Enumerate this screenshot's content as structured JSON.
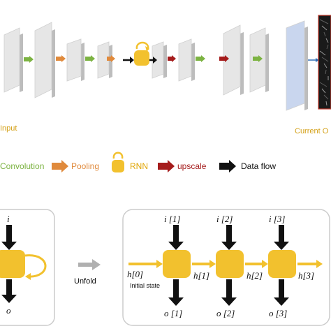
{
  "labels": {
    "input": "Input",
    "current_output": "Current O",
    "unfold": "Unfold",
    "initial_state": "Initial state"
  },
  "legend": [
    {
      "name": "convolution",
      "label": "Convolution",
      "color": "#7cb342"
    },
    {
      "name": "pooling",
      "label": "Pooling",
      "color": "#e08a3c"
    },
    {
      "name": "rnn",
      "label": "RNN",
      "color": "#f2c12e"
    },
    {
      "name": "upscale",
      "label": "upscale",
      "color": "#a51c1c"
    },
    {
      "name": "data-flow",
      "label": "Data flow",
      "color": "#111111"
    }
  ],
  "legend_text_colors": {
    "convolution": "#7cb342",
    "pooling": "#e08a3c",
    "rnn": "#e0a400",
    "upscale": "#a51c1c",
    "data-flow": "#111111"
  },
  "folded": {
    "input": "i",
    "output": "o"
  },
  "unfolded": {
    "inputs": [
      "i [1]",
      "i [2]",
      "i [3]"
    ],
    "outputs": [
      "o [1]",
      "o [2]",
      "o [3]"
    ],
    "states": [
      "h[0]",
      "h[1]",
      "h[2]",
      "h[3]"
    ]
  },
  "colors": {
    "rnn_cell": "#f2c12e",
    "state_arrow": "#f2c12e",
    "unfold_arrow": "#b0b0b0",
    "layer_face": "#e6e6e6",
    "layer_edge": "#ffffff",
    "output_layer": "#c9d6ee",
    "panel_border": "#cccccc",
    "flow_arrow": "#2f6db5"
  }
}
